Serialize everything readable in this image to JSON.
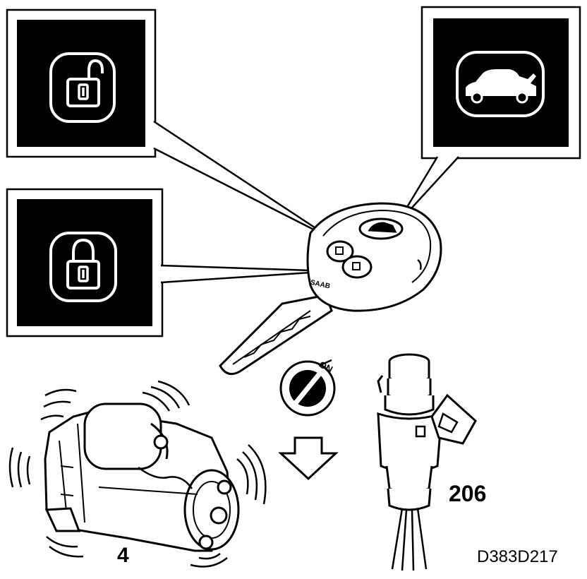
{
  "labels": {
    "starter_number": "4",
    "injector_number": "206",
    "figure_code": "D383D217",
    "ignition_on": "ON",
    "key_brand": "SAAB"
  },
  "icons": {
    "panel_unlock": "unlock-icon",
    "panel_lock": "lock-icon",
    "panel_trunk": "trunk-open-icon"
  },
  "colors": {
    "ink": "#000000",
    "paper": "#ffffff"
  }
}
